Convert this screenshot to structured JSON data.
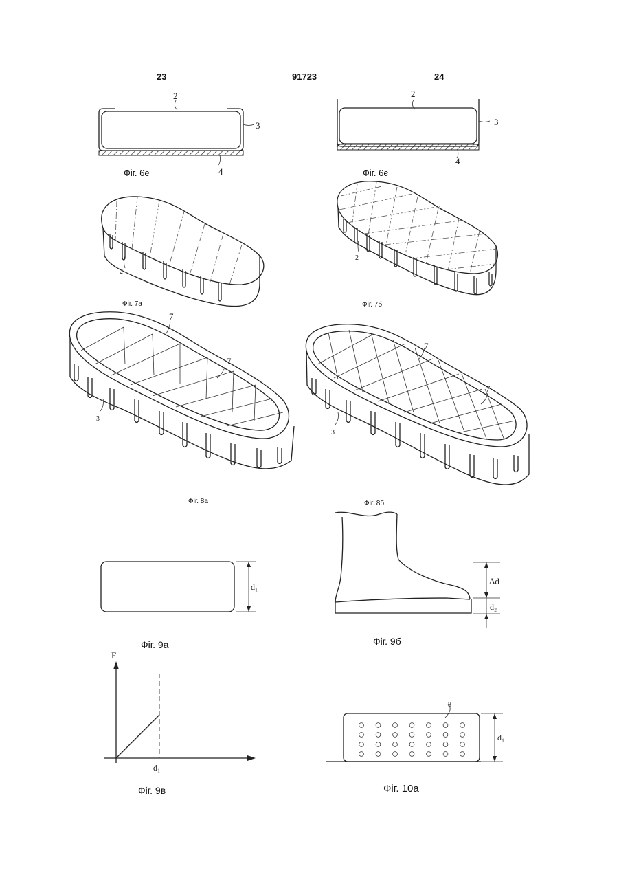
{
  "header": {
    "left_page": "23",
    "patent_number": "91723",
    "right_page": "24"
  },
  "figures": {
    "fig6e": {
      "caption": "Фіг. 6е",
      "labels": [
        "2",
        "3",
        "4"
      ]
    },
    "fig6ye": {
      "caption": "Фіг. 6є",
      "labels": [
        "2",
        "3",
        "4"
      ]
    },
    "fig7a": {
      "caption": "Фіг. 7а",
      "labels": [
        "2"
      ]
    },
    "fig7b": {
      "caption": "Фіг. 7б",
      "labels": [
        "2"
      ]
    },
    "fig8a": {
      "caption": "Фіг. 8а",
      "labels": [
        "7",
        "7",
        "3"
      ]
    },
    "fig8b": {
      "caption": "Фіг. 8б",
      "labels": [
        "7",
        "7",
        "3"
      ]
    },
    "fig9a": {
      "caption": "Фіг. 9а",
      "labels": [
        "d₁"
      ]
    },
    "fig9b": {
      "caption": "Фіг. 9б",
      "labels": [
        "Δd",
        "d₂"
      ]
    },
    "fig9v": {
      "caption": "Фіг. 9в",
      "labels": [
        "F",
        "d₁"
      ]
    },
    "fig10a": {
      "caption": "Фіг. 10а",
      "labels": [
        "8",
        "d₁"
      ]
    }
  }
}
